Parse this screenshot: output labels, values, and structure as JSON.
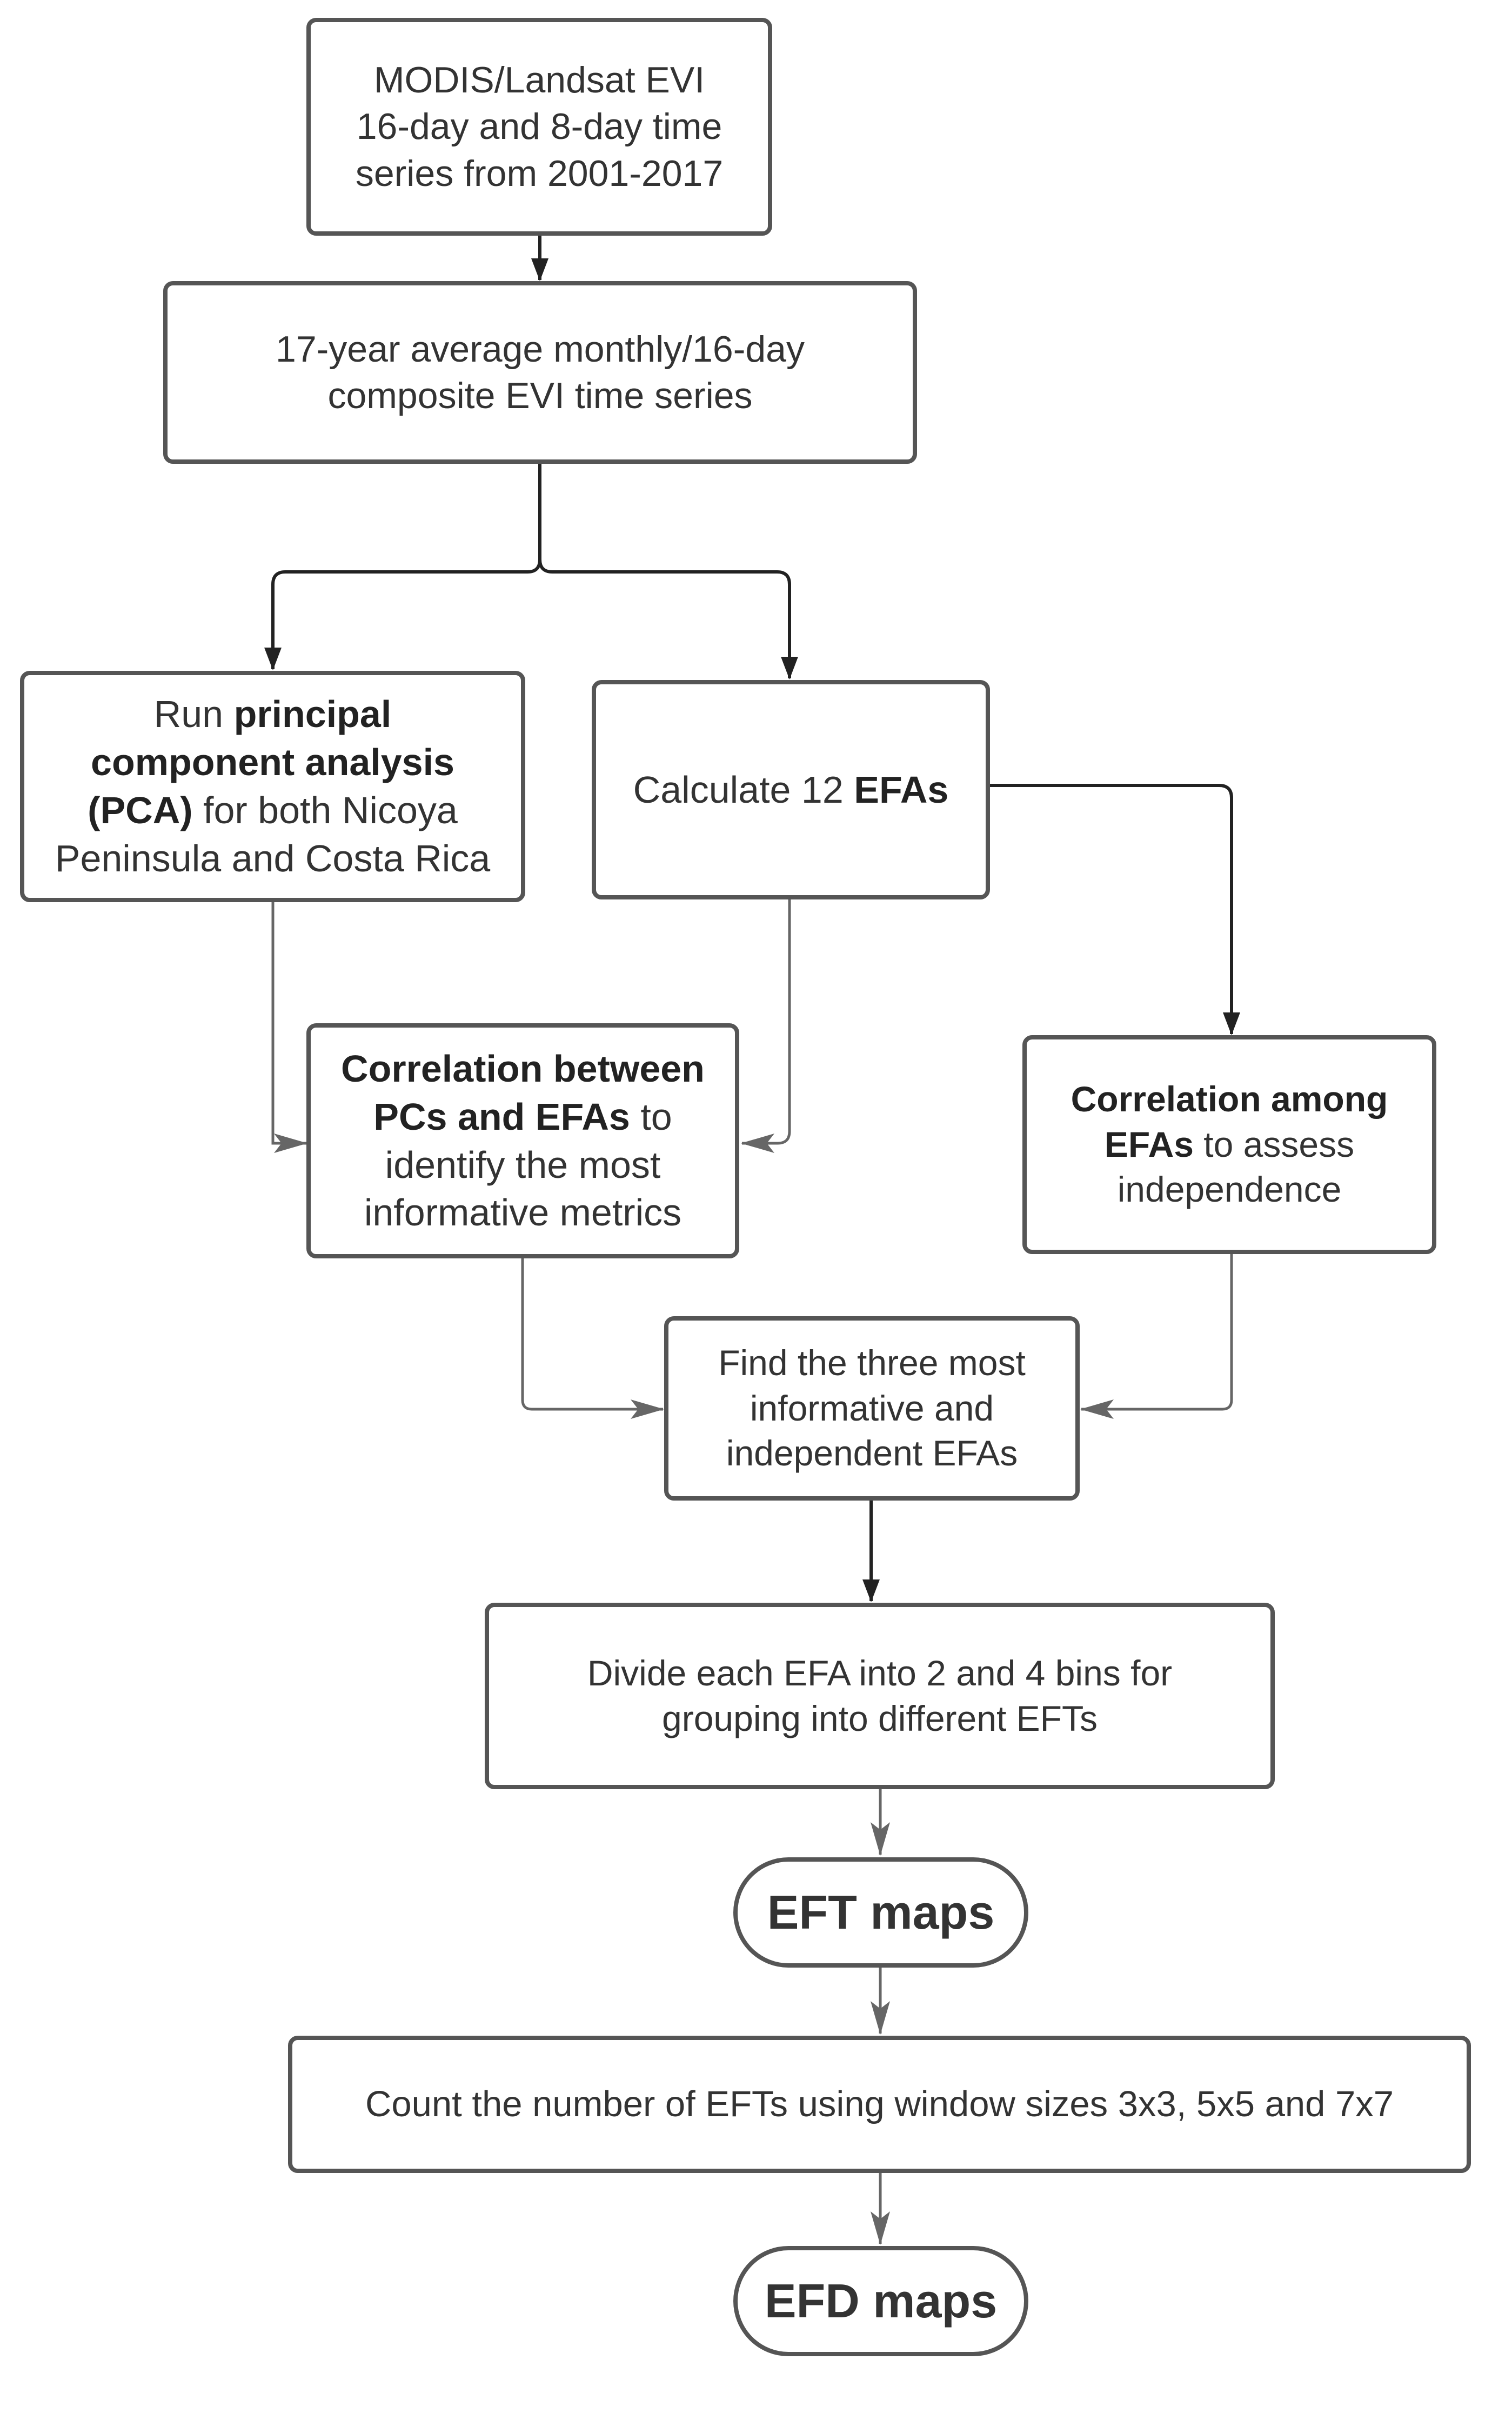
{
  "nodes": {
    "input_series": "MODIS/Landsat EVI\n16-day and 8-day time\nseries from 2001-2017",
    "composite": "17-year average monthly/16-day\ncomposite EVI time series",
    "pca": {
      "t1": "Run ",
      "b1": "principal component analysis (PCA)",
      "t2": " for both Nicoya Peninsula  and Costa Rica"
    },
    "efas": {
      "t1": "Calculate 12 ",
      "b1": "EFAs"
    },
    "corr_pcs": {
      "b1": "Correlation between PCs and EFAs",
      "t1": " to identify the most informative metrics"
    },
    "corr_efas": {
      "b1": "Correlation among EFAs",
      "t1": " to assess independence"
    },
    "find_three": "Find the three most\ninformative and\nindependent EFAs",
    "divide": "Divide each EFA into 2 and 4 bins for\ngrouping into different EFTs",
    "eft_maps": "EFT maps",
    "count": "Count the number of EFTs using window sizes 3x3, 5x5 and 7x7",
    "efd_maps": "EFD maps"
  },
  "colors": {
    "border": "#555555",
    "text": "#333333",
    "arrow_dark": "#222222",
    "arrow_gray": "#666666"
  }
}
